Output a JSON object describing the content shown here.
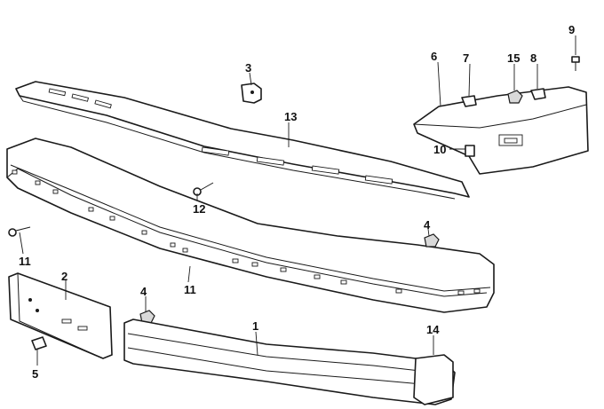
{
  "diagram": {
    "callouts": [
      {
        "id": "c1",
        "text": "1"
      },
      {
        "id": "c2",
        "text": "2"
      },
      {
        "id": "c3",
        "text": "3"
      },
      {
        "id": "c4a",
        "text": "4"
      },
      {
        "id": "c4b",
        "text": "4"
      },
      {
        "id": "c5",
        "text": "5"
      },
      {
        "id": "c6",
        "text": "6"
      },
      {
        "id": "c7",
        "text": "7"
      },
      {
        "id": "c8",
        "text": "8"
      },
      {
        "id": "c9",
        "text": "9"
      },
      {
        "id": "c10",
        "text": "10"
      },
      {
        "id": "c11a",
        "text": "11"
      },
      {
        "id": "c11b",
        "text": "11"
      },
      {
        "id": "c12",
        "text": "12"
      },
      {
        "id": "c13",
        "text": "13"
      },
      {
        "id": "c14",
        "text": "14"
      },
      {
        "id": "c15",
        "text": "15"
      }
    ],
    "colors": {
      "ink": "#1a1a1a",
      "paper": "#ffffff",
      "shade": "#d9d9d9"
    }
  }
}
